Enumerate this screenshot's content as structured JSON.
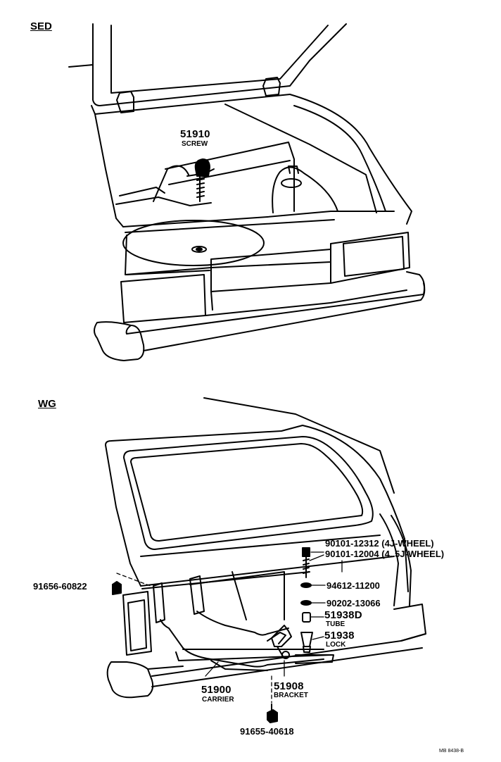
{
  "sections": {
    "sed_label": "SED",
    "wg_label": "WG"
  },
  "callouts": {
    "screw_number": "51910",
    "screw_name": "SCREW",
    "bolt_4j": "90101-12312 (4J-WHEEL)",
    "bolt_45j": "90101-12004 (4. 5J-WHEEL)",
    "washer_1": "94612-11200",
    "washer_2": "90202-13066",
    "tube_number": "51938D",
    "tube_name": "TUBE",
    "lock_number": "51938",
    "lock_name": "LOCK",
    "clip_left": "91656-60822",
    "carrier_number": "51900",
    "carrier_name": "CARRIER",
    "bracket_number": "51908",
    "bracket_name": "BRACKET",
    "bolt_bottom": "91655-40618"
  },
  "footer": {
    "ref_code": "MB 8438-B"
  }
}
